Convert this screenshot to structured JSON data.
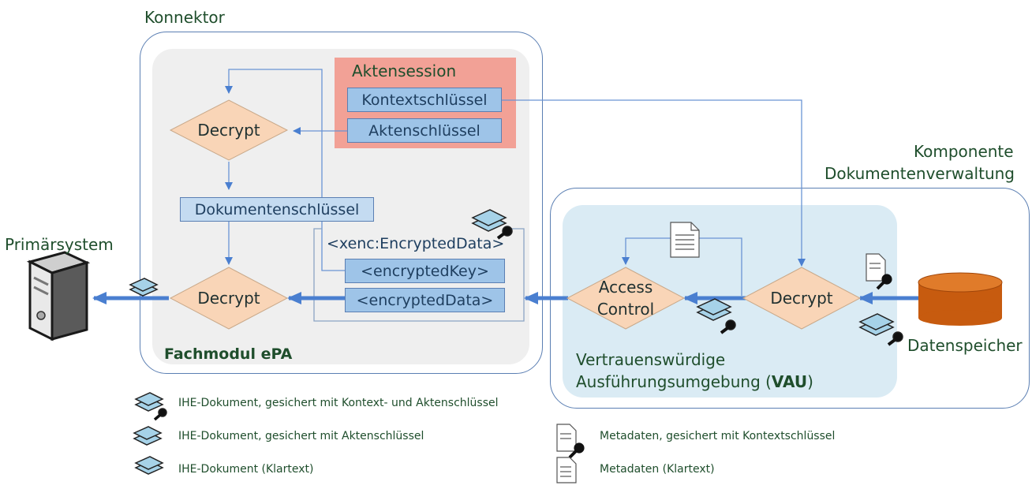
{
  "labels": {
    "konnektor": "Konnektor",
    "komponente_line1": "Komponente",
    "komponente_line2": "Dokumentenverwaltung",
    "primaersystem": "Primärsystem",
    "fachmodul": "Fachmodul ePA",
    "vau_line1": "Vertrauenswürdige",
    "vau_line2_prefix": "Ausführungsumgebung (",
    "vau_bold": "VAU",
    "vau_line2_suffix": ")",
    "datenspeicher": "Datenspeicher"
  },
  "session": {
    "title": "Aktensession",
    "kontextschluessel": "Kontextschlüssel",
    "aktenschluessel": "Aktenschlüssel"
  },
  "boxes": {
    "dokumentenschluessel": "Dokumentenschlüssel",
    "encrypted_data_container": "<xenc:EncryptedData>",
    "encrypted_key": "<encryptedKey>",
    "encrypted_data": "<encryptedData>"
  },
  "diamonds": {
    "decrypt_top": "Decrypt",
    "decrypt_bottom": "Decrypt",
    "access_control_line1": "Access",
    "access_control_line2": "Control",
    "decrypt_vau": "Decrypt"
  },
  "legend": {
    "doc_kontext_akten": "IHE-Dokument, gesichert mit Kontext- und Aktenschlüssel",
    "doc_akten": "IHE-Dokument, gesichert mit Aktenschlüssel",
    "doc_klartext": "IHE-Dokument (Klartext)",
    "meta_kontext": "Metadaten, gesichert mit Kontextschlüssel",
    "meta_klartext": "Metadaten (Klartext)"
  },
  "colors": {
    "region_border": "#5b7fb3",
    "konnektor_fill": "#efefef",
    "vau_fill": "#daebf4",
    "session_fill": "#f2a196",
    "key_box": "#9ec4e8",
    "diamond": "#f9d5b7",
    "arrow": "#4a7fd0",
    "datenspeicher": "#d2691e"
  }
}
